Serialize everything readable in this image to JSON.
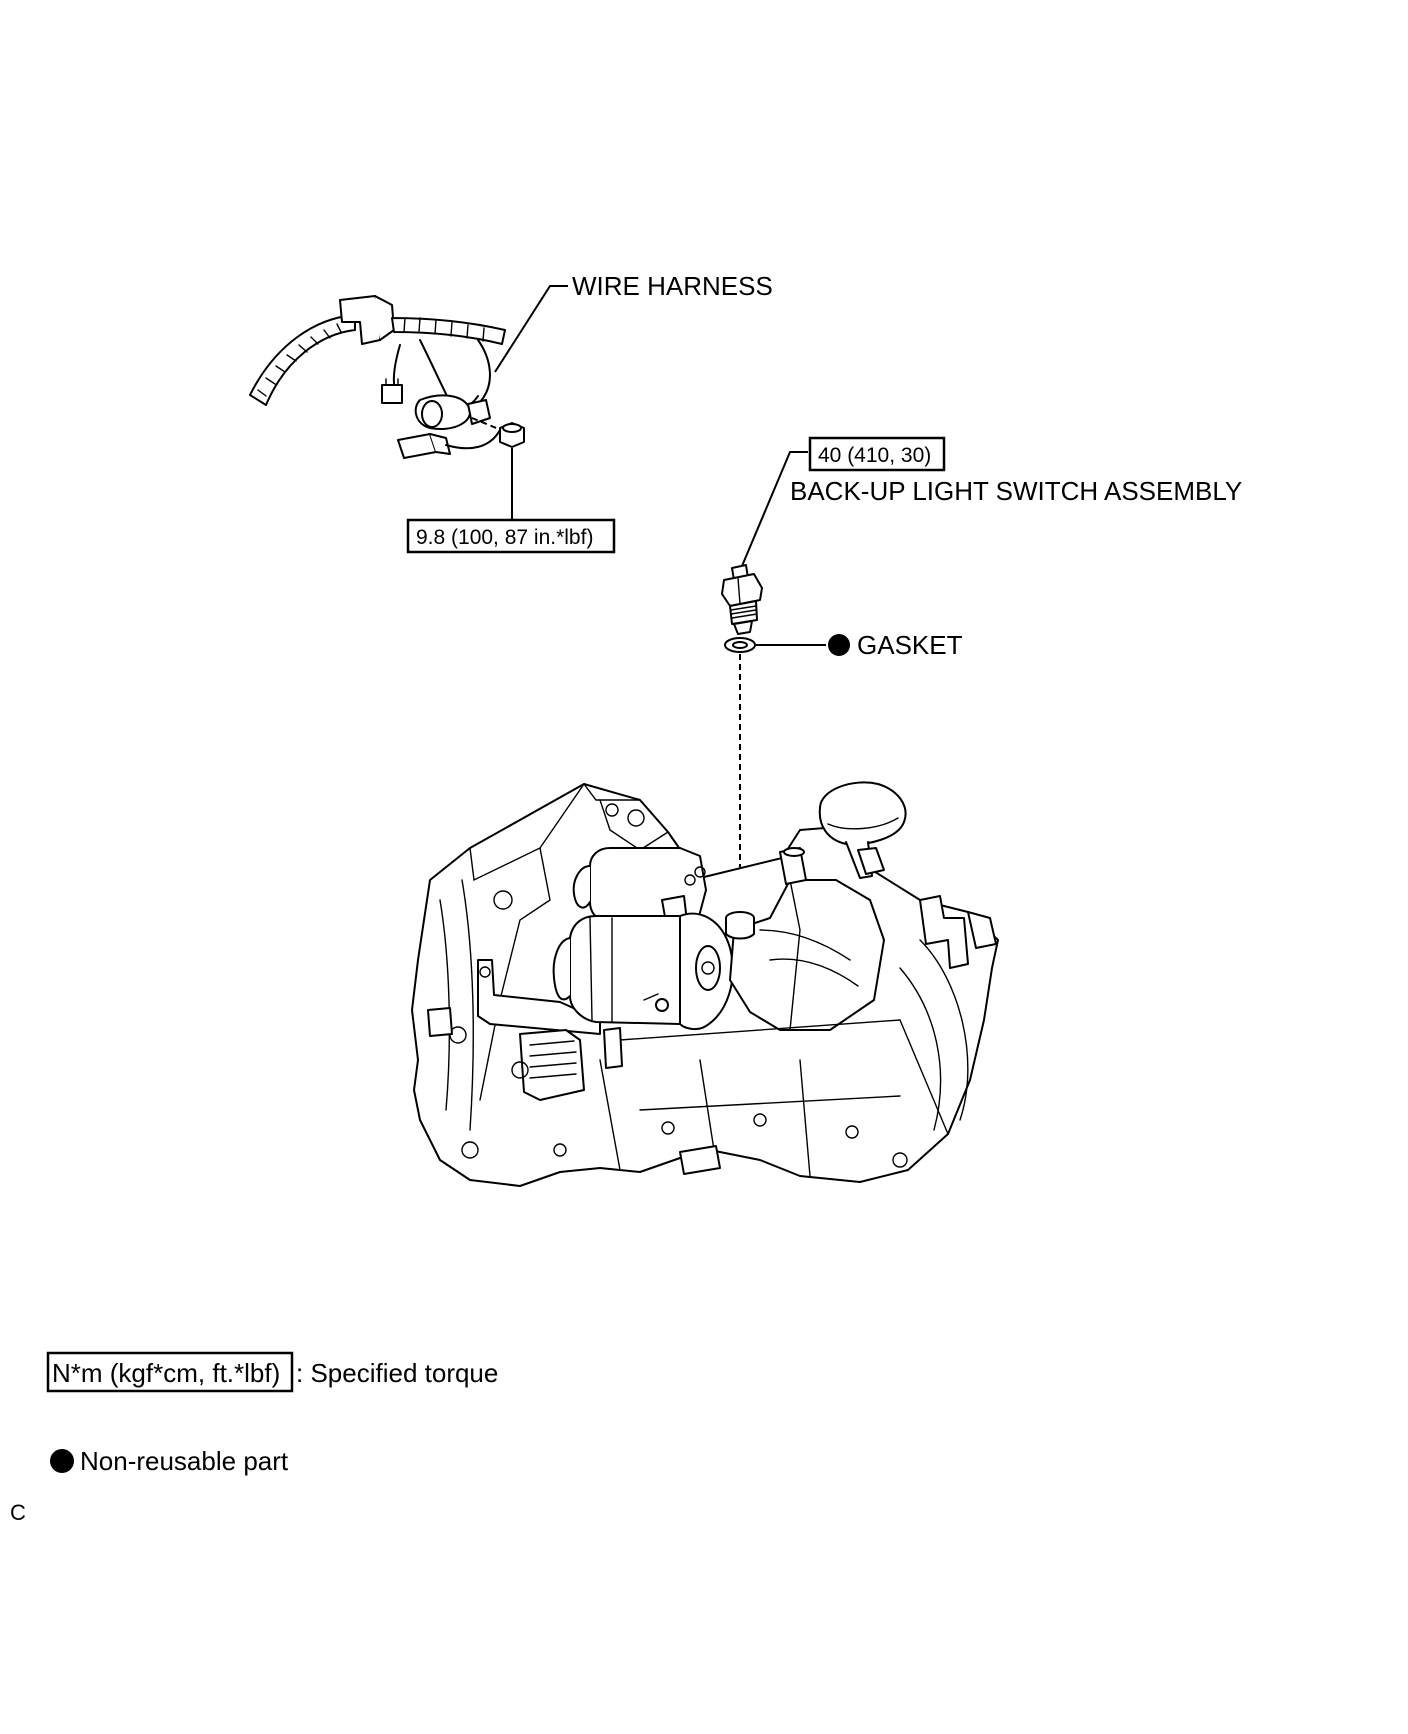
{
  "callouts": {
    "wire_harness": "WIRE HARNESS",
    "nut_torque": "9.8 (100, 87 in.*lbf)",
    "switch_torque": "40 (410, 30)",
    "switch_name": "BACK-UP LIGHT SWITCH ASSEMBLY",
    "gasket": "GASKET"
  },
  "legend": {
    "torque_box": "N*m (kgf*cm, ft.*lbf)",
    "torque_desc": ": Specified torque",
    "nonreusable_desc": "Non-reusable part"
  },
  "corner_mark": "C",
  "icons": {
    "nonreusable": "filled-circle-icon"
  }
}
